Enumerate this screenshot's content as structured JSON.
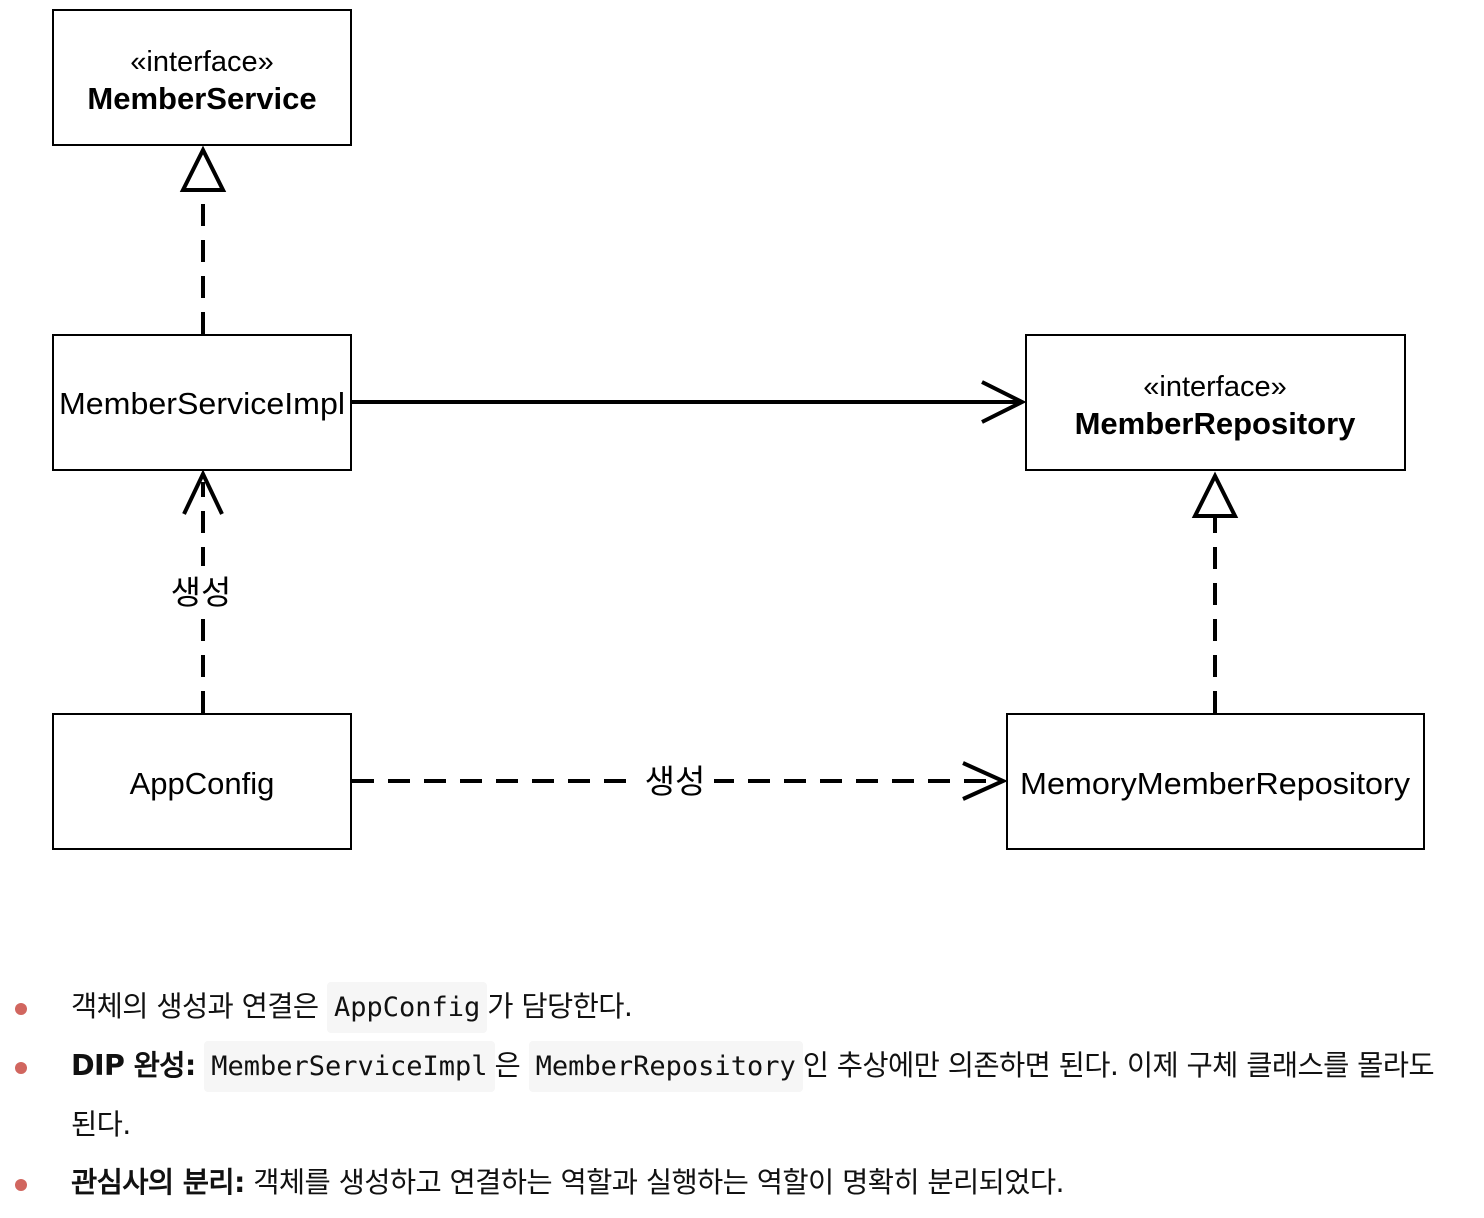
{
  "diagram": {
    "nodes": {
      "member_service": {
        "stereotype": "«interface»",
        "name": "MemberService"
      },
      "member_service_impl": {
        "name": "MemberServiceImpl"
      },
      "member_repository": {
        "stereotype": "«interface»",
        "name": "MemberRepository"
      },
      "app_config": {
        "name": "AppConfig"
      },
      "memory_member_repository": {
        "name": "MemoryMemberRepository"
      }
    },
    "edges": {
      "appconfig_creates_impl": {
        "label": "생성"
      },
      "appconfig_creates_memory_repo": {
        "label": "생성"
      }
    }
  },
  "notes": [
    {
      "text_before": "객체의 생성과 연결은 ",
      "code": "AppConfig",
      "text_after": "가 담당한다."
    },
    {
      "bold": "DIP 완성:",
      "code1": "MemberServiceImpl",
      "text_mid": "은 ",
      "code2": "MemberRepository",
      "text_after": "인 추상에만 의존하면 된다. 이제 구체 클래스를 몰라도 된다."
    },
    {
      "bold": "관심사의 분리:",
      "text": " 객체를 생성하고 연결하는 역할과 실행하는 역할이 명확히 분리되었다."
    }
  ],
  "colors": {
    "bullet": "#d1665f",
    "code_background": "#f6f6f6"
  }
}
